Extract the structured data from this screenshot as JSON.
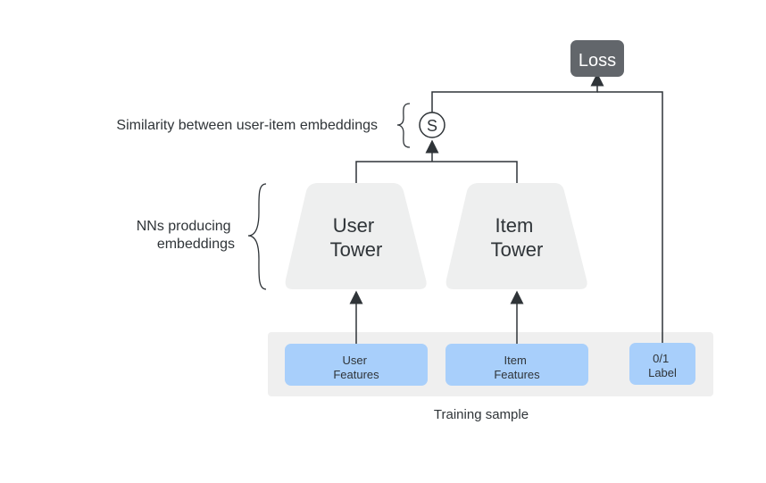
{
  "diagram": {
    "loss_label": "Loss",
    "similarity_symbol": "S",
    "similarity_annotation": "Similarity between user-item embeddings",
    "nn_annotation": [
      "NNs producing",
      "embeddings"
    ],
    "user_tower": [
      "User",
      "Tower"
    ],
    "item_tower": [
      "Item",
      "Tower"
    ],
    "user_features": [
      "User",
      "Features"
    ],
    "item_features": [
      "Item",
      "Features"
    ],
    "label_box": [
      "0/1",
      "Label"
    ],
    "training_sample": "Training sample"
  },
  "colors": {
    "loss_box": "#62666b",
    "tower_fill": "#eeefef",
    "feature_fill": "#a8cffb",
    "sample_bg": "#efefef",
    "line": "#2f3438",
    "text": "#2f3438"
  }
}
